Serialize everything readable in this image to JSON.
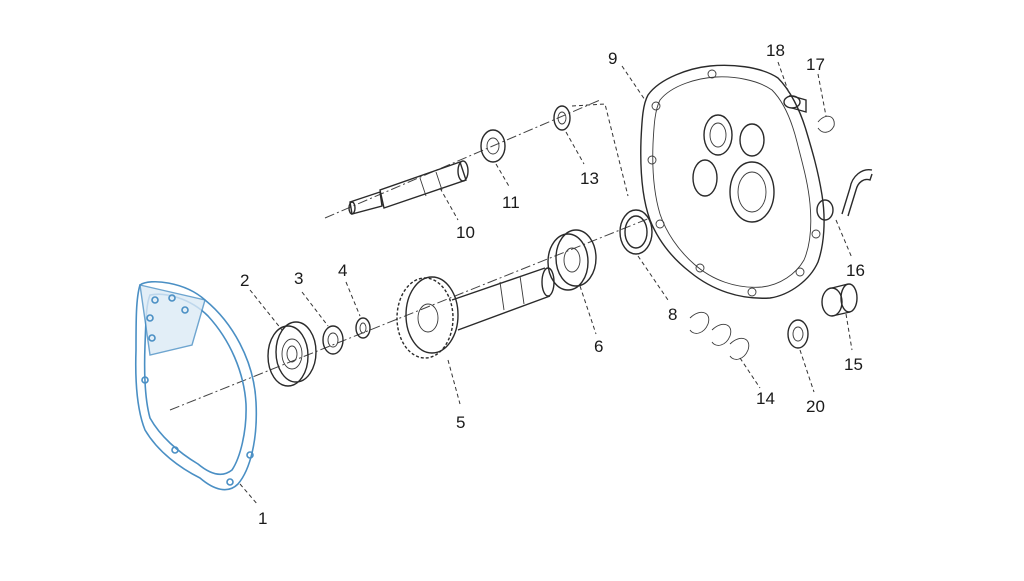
{
  "diagram": {
    "highlight_color": "#4a8fc4",
    "line_color": "#2a2a2a",
    "callouts": [
      {
        "id": "c1",
        "label": "1"
      },
      {
        "id": "c2",
        "label": "2"
      },
      {
        "id": "c3",
        "label": "3"
      },
      {
        "id": "c4",
        "label": "4"
      },
      {
        "id": "c5",
        "label": "5"
      },
      {
        "id": "c6",
        "label": "6"
      },
      {
        "id": "c8",
        "label": "8"
      },
      {
        "id": "c9",
        "label": "9"
      },
      {
        "id": "c10",
        "label": "10"
      },
      {
        "id": "c11",
        "label": "11"
      },
      {
        "id": "c13",
        "label": "13"
      },
      {
        "id": "c14",
        "label": "14"
      },
      {
        "id": "c15",
        "label": "15"
      },
      {
        "id": "c16",
        "label": "16"
      },
      {
        "id": "c17",
        "label": "17"
      },
      {
        "id": "c18",
        "label": "18"
      },
      {
        "id": "c20",
        "label": "20"
      }
    ]
  }
}
